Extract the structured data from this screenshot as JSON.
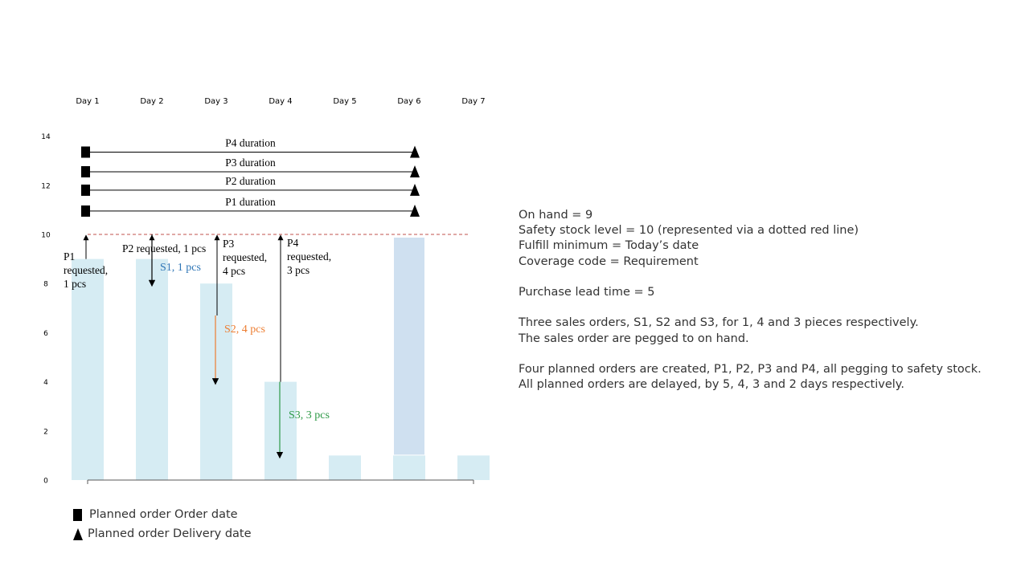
{
  "chart_data": {
    "type": "bar",
    "categories": [
      "Day 1",
      "Day 2",
      "Day 3",
      "Day 4",
      "Day 5",
      "Day 6",
      "Day 7"
    ],
    "values": [
      9,
      9,
      8,
      4,
      1,
      1,
      1
    ],
    "highlight": {
      "category": "Day 6",
      "from": 1,
      "to": 10
    },
    "y_ticks": [
      "0",
      "2",
      "4",
      "6",
      "8",
      "10",
      "12",
      "14"
    ],
    "ylim": [
      0,
      14
    ],
    "safety_stock": 10,
    "durations": [
      {
        "label": "P4 duration",
        "level": 13.35
      },
      {
        "label": "P3 duration",
        "level": 12.55
      },
      {
        "label": "P2 duration",
        "level": 11.8
      },
      {
        "label": "P1 duration",
        "level": 10.95
      }
    ],
    "requests": [
      {
        "day": 1,
        "from": 9,
        "to": 10,
        "lines": [
          "P1",
          "requested,",
          "1 pcs"
        ]
      },
      {
        "day": 2,
        "from": 9,
        "to": 10,
        "lines": [
          "P2 requested, 1 pcs"
        ]
      },
      {
        "day": 3,
        "from": 6.7,
        "to": 10,
        "lines": [
          "P3",
          "requested,",
          "4 pcs"
        ]
      },
      {
        "day": 4,
        "from": 4,
        "to": 10,
        "lines": [
          "P4",
          "requested,",
          "3 pcs"
        ]
      }
    ],
    "sales": [
      {
        "day": 2,
        "from": 10,
        "to": 7.9,
        "label": "S1, 1 pcs",
        "color": "#2e75b6"
      },
      {
        "day": 3,
        "from": 6.7,
        "to": 3.9,
        "label": "S2, 4 pcs",
        "color": "#ed7d31"
      },
      {
        "day": 4,
        "from": 4,
        "to": 0.9,
        "label": "S3, 3 pcs",
        "color": "#2e9a47"
      }
    ],
    "colors": {
      "bar": "#d6ecf3",
      "highlight": "#cfe0f0",
      "safety_line": "#c0504d",
      "axis": "#595959",
      "ink": "#000000"
    }
  },
  "legend": {
    "order_date": "Planned order Order date",
    "delivery_date": "Planned order Delivery date"
  },
  "notes": {
    "line1": "On hand = 9",
    "line2": "Safety stock level = 10 (represented via a dotted red line)",
    "line3": "Fulfill minimum = Today’s date",
    "line4": "Coverage code = Requirement",
    "line5": "Purchase lead time = 5",
    "line6": "Three sales orders, S1, S2 and S3, for 1, 4 and 3 pieces respectively.",
    "line7": "The sales order are pegged to on hand.",
    "line8": "Four planned orders are created, P1, P2, P3 and P4, all pegging to safety stock.",
    "line9": "All planned orders are delayed, by 5, 4, 3 and 2 days respectively."
  }
}
